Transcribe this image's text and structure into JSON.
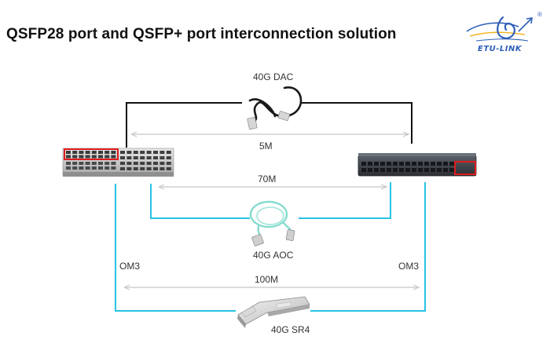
{
  "title": "QSFP28 port and QSFP+ port interconnection solution",
  "logo": {
    "text": "ETU-LINK",
    "reg_mark": "®",
    "color": "#2f5fb8"
  },
  "links": [
    {
      "cable": "40G DAC",
      "distance": "5M",
      "line_color": "#111111"
    },
    {
      "cable": "40G AOC",
      "distance": "70M",
      "line_color": "#29c3e4"
    },
    {
      "cable": "40G SR4",
      "distance": "100M",
      "line_color": "#29c3e4",
      "fiber_left": "OM3",
      "fiber_right": "OM3"
    }
  ],
  "colors": {
    "dimension_arrow": "#c8c8c8",
    "port_highlight": "#e01b1b",
    "aoc_cable": "#86dccf"
  }
}
